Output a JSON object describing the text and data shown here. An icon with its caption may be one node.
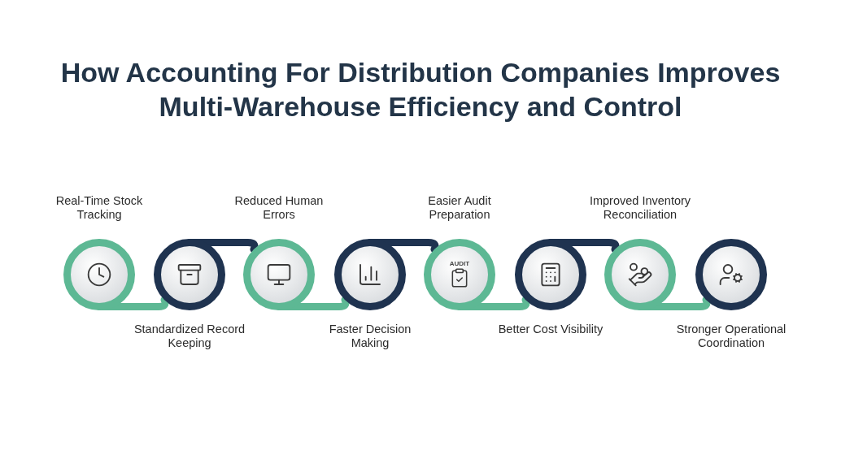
{
  "diagram": {
    "title": "How Accounting For Distribution Companies Improves Multi-Warehouse Efficiency and Control",
    "nodes": [
      {
        "text": [],
        "shape": "circle",
        "beside": [
          "Real-Time Stock Tracking"
        ]
      },
      {
        "text": [],
        "shape": "circle",
        "beside": [
          "Standardized Record Keeping"
        ]
      },
      {
        "text": [],
        "shape": "circle",
        "beside": [
          "Reduced Human Errors"
        ]
      },
      {
        "text": [],
        "shape": "circle",
        "beside": [
          "Faster Decision Making"
        ]
      },
      {
        "text": [],
        "shape": "circle",
        "beside": [
          "Easier Audit Preparation"
        ]
      },
      {
        "text": [],
        "shape": "circle",
        "beside": [
          "Better Cost Visibility"
        ]
      },
      {
        "text": [],
        "shape": "circle",
        "beside": [
          "Improved Inventory Reconciliation"
        ]
      },
      {
        "text": [],
        "shape": "circle",
        "beside": [
          "Stronger Operational Coordination"
        ]
      }
    ],
    "edges": [
      {
        "from": 0,
        "to": 1,
        "arrow": "none"
      },
      {
        "from": 1,
        "to": 2,
        "arrow": "none",
        "color": "#1f3350"
      },
      {
        "from": 2,
        "to": 3,
        "arrow": "none"
      },
      {
        "from": 3,
        "to": 4,
        "arrow": "none",
        "color": "#1f3350"
      },
      {
        "from": 4,
        "to": 5,
        "arrow": "none"
      },
      {
        "from": 5,
        "to": 6,
        "arrow": "none",
        "color": "#1f3350"
      },
      {
        "from": 6,
        "to": 7,
        "arrow": "none"
      }
    ],
    "labels": [
      "AUDIT"
    ]
  }
}
